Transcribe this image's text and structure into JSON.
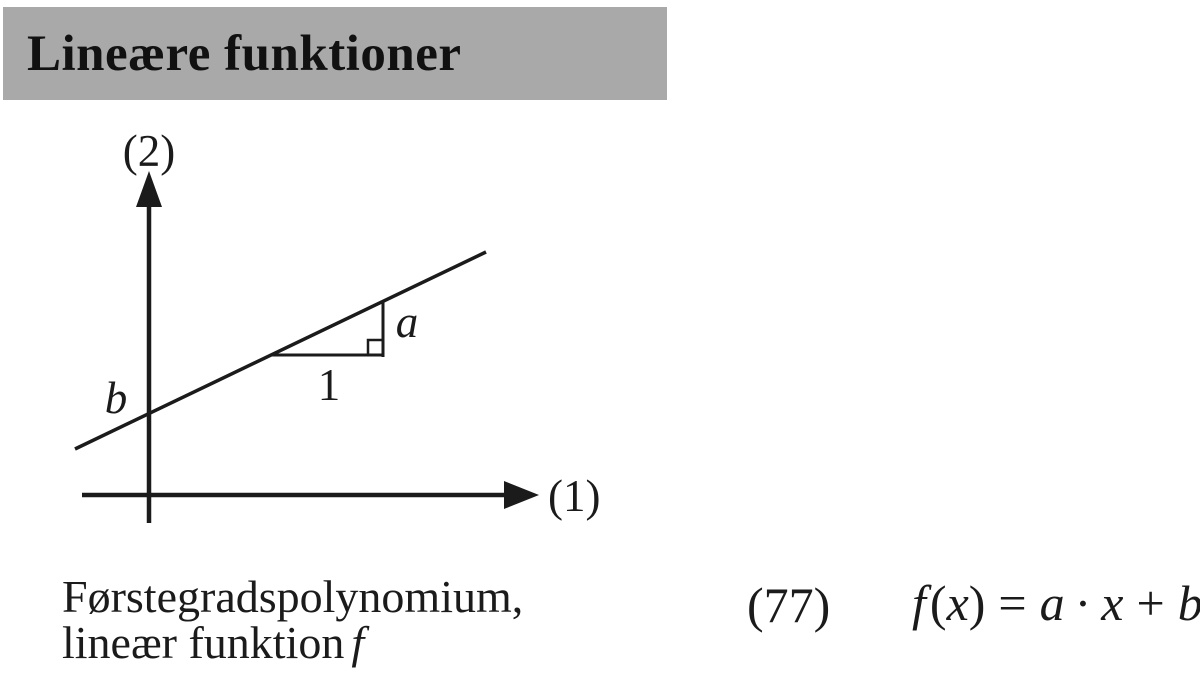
{
  "header": {
    "title": "Lineære funktioner",
    "bg_color": "#a9a9a9"
  },
  "diagram": {
    "labels": {
      "axis_vertical": "(2)",
      "axis_horizontal": "(1)",
      "intercept": "b",
      "run": "1",
      "rise": "a"
    },
    "ink_color": "#1b1b1b"
  },
  "caption": {
    "line1": "Førstegradspolynomium,",
    "line2_text": "lineær funktion",
    "line2_symbol": "f"
  },
  "equation": {
    "number": "(77)",
    "parts": {
      "f": "f",
      "open": "(",
      "x1": "x",
      "close": ")",
      "eq": "=",
      "a": "a",
      "dot": "·",
      "x2": "x",
      "plus": "+",
      "b": "b"
    }
  }
}
